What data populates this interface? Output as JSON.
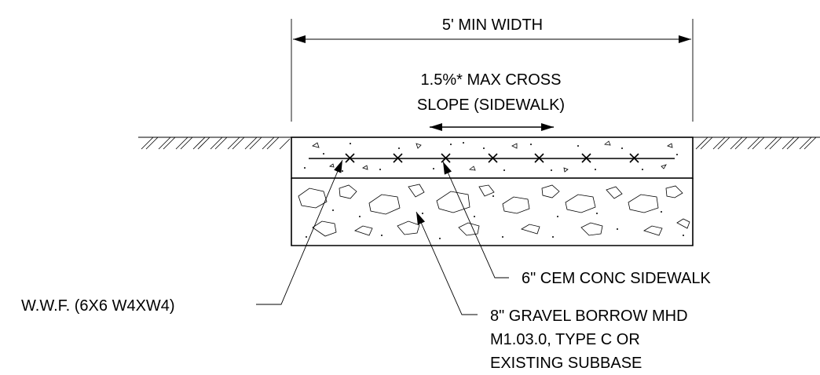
{
  "dimension": {
    "width_label": "5' MIN WIDTH"
  },
  "slope": {
    "line1": "1.5%* MAX CROSS",
    "line2": "SLOPE (SIDEWALK)"
  },
  "callouts": {
    "wwf": "W.W.F. (6X6 W4XW4)",
    "sidewalk": "6\" CEM CONC SIDEWALK",
    "gravel_line1": "8\" GRAVEL BORROW MHD",
    "gravel_line2": "M1.03.0, TYPE C OR",
    "gravel_line3": "EXISTING SUBBASE"
  },
  "colors": {
    "ink": "#000000",
    "background": "#ffffff"
  }
}
